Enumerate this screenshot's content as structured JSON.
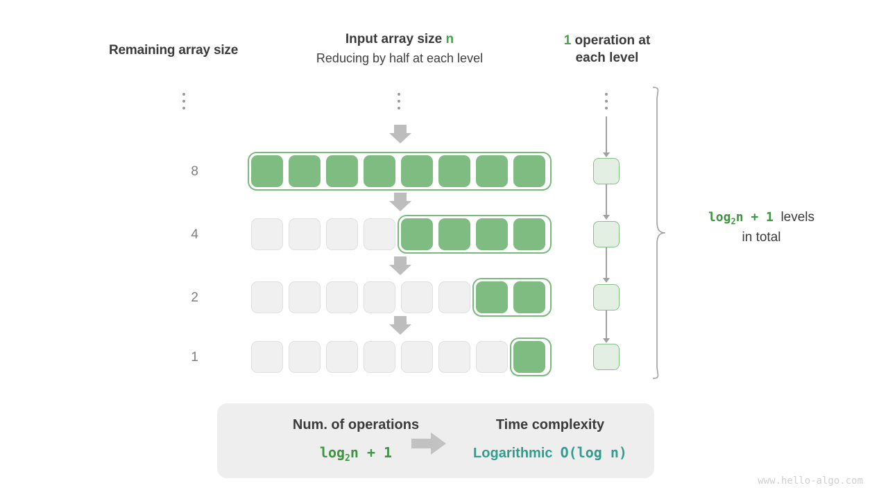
{
  "headers": {
    "left": "Remaining array size",
    "middle_prefix": "Input array size ",
    "middle_accent": "n",
    "middle_sub": "Reducing by half at each level",
    "right_accent": "1",
    "right_text": " operation at each level"
  },
  "colors": {
    "accent_green": "#4a9e4e",
    "cell_green": "#7fbc82",
    "cell_grey": "#f0f0f0",
    "op_fill": "#e4efe3",
    "op_border": "#86bf87",
    "teal": "#2f9e8c",
    "arrow_grey": "#bdbdbd",
    "panel_grey": "#eeeeee"
  },
  "ellipsis": {
    "label": "vertical-ellipsis",
    "count": 3
  },
  "rows": [
    {
      "label": "8",
      "total_cells": 8,
      "active_cells": 8,
      "active_start": 0
    },
    {
      "label": "4",
      "total_cells": 8,
      "active_cells": 4,
      "active_start": 4
    },
    {
      "label": "2",
      "total_cells": 8,
      "active_cells": 2,
      "active_start": 6
    },
    {
      "label": "1",
      "total_cells": 8,
      "active_cells": 1,
      "active_start": 7
    }
  ],
  "operations": {
    "box_count": 4,
    "box_label": "operation-box"
  },
  "levels_caption": {
    "formula_log": "log",
    "formula_sub": "2",
    "formula_rest": "n + 1",
    "text": "levels",
    "text2": "in total"
  },
  "summary": {
    "left_title": "Num. of operations",
    "left_value_log": "log",
    "left_value_sub": "2",
    "left_value_rest": "n + 1",
    "right_title": "Time complexity",
    "right_value_name": "Logarithmic",
    "right_value_notation": "O(log n)",
    "arrow": "right-arrow-icon"
  },
  "watermark": "www.hello-algo.com",
  "chart_data": {
    "type": "diagram",
    "title": "Logarithmic time complexity - array halving",
    "levels": [
      {
        "remaining_array_size": 8,
        "operations": 1,
        "highlighted_cells": 8
      },
      {
        "remaining_array_size": 4,
        "operations": 1,
        "highlighted_cells": 4
      },
      {
        "remaining_array_size": 2,
        "operations": 1,
        "highlighted_cells": 2
      },
      {
        "remaining_array_size": 1,
        "operations": 1,
        "highlighted_cells": 1
      }
    ],
    "total_levels_formula": "log2(n) + 1",
    "total_operations_formula": "log2(n) + 1",
    "complexity": "O(log n)"
  }
}
